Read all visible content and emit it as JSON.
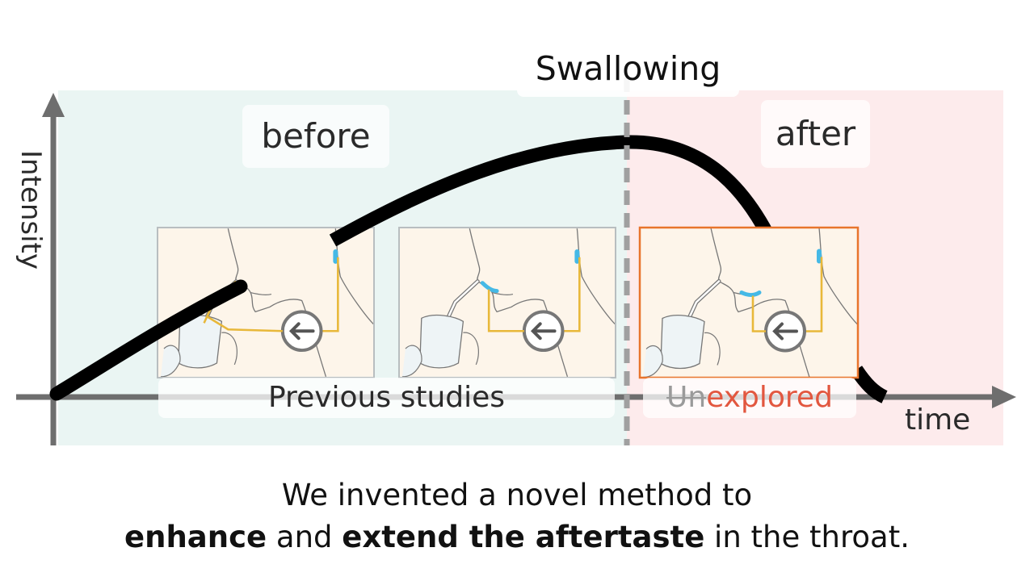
{
  "diagram": {
    "header_label": "Swallowing",
    "phase_before": "before",
    "phase_after": "after",
    "y_axis_label": "Intensity",
    "x_axis_label": "time",
    "region_previous": "Previous studies",
    "region_unexplored_prefix": "Un",
    "region_unexplored_rest": "explored"
  },
  "caption": {
    "line1": "We invented a novel method to",
    "line2_bold1": "enhance",
    "line2_mid": " and ",
    "line2_bold2": "extend the aftertaste",
    "line2_end": " in the throat."
  },
  "colors": {
    "before_bg": "#eaf5f3",
    "after_bg": "#fdebec",
    "curve": "#000000",
    "divider": "#a0a0a0",
    "axis": "#6e6e6e",
    "highlight_box": "#e8742c",
    "wire": "#e8b83a",
    "electrode": "#45b9e6",
    "accent_text": "#e2573f"
  }
}
